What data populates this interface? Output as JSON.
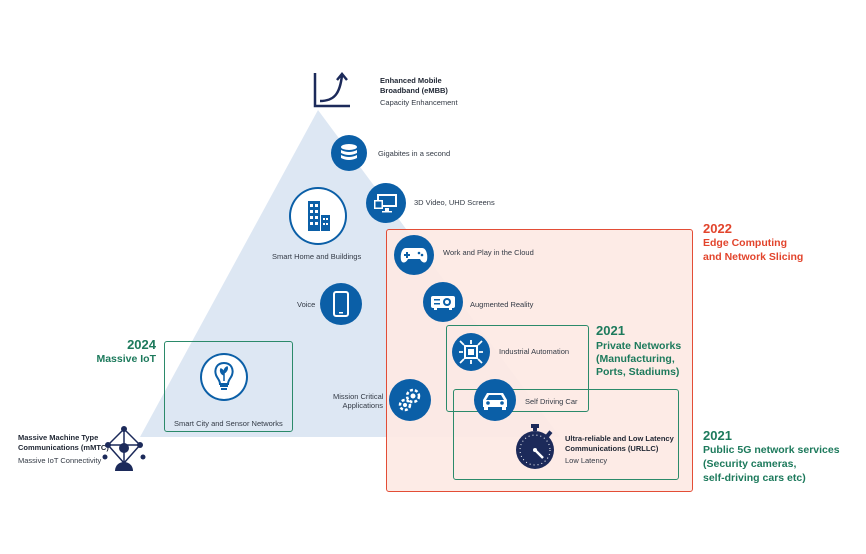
{
  "embb": {
    "title_line1": "Enhanced Mobile",
    "title_line2": "Broadband (eMBB)",
    "subtitle": "Capacity Enhancement"
  },
  "mmtc": {
    "title_line1": "Massive Machine Type",
    "title_line2": "Communications (mMTC)",
    "subtitle": "Massive IoT Connectivity"
  },
  "urllc": {
    "title_line1": "Ultra-reliable and Low Latency",
    "title_line2": "Communications (URLLC)",
    "subtitle": "Low Latency"
  },
  "items": {
    "gigabites": "Gigabites in a second",
    "video": "3D Video, UHD Screens",
    "smart_home": "Smart Home and Buildings",
    "work_play": "Work and Play in the Cloud",
    "voice": "Voice",
    "ar": "Augmented Reality",
    "industrial": "Industrial Automation",
    "mission_line1": "Mission Critical",
    "mission_line2": "Applications",
    "self_driving": "Self Driving Car",
    "smart_city": "Smart City and Sensor Networks"
  },
  "callouts": {
    "edge": {
      "year": "2022",
      "line1": "Edge Computing",
      "line2": "and Network Slicing"
    },
    "private": {
      "year": "2021",
      "line1": "Private Networks",
      "line2": "(Manufacturing,",
      "line3": "Ports, Stadiums)"
    },
    "iot": {
      "year": "2024",
      "line1": "Massive IoT"
    },
    "public": {
      "year": "2021",
      "line1": "Public 5G network services",
      "line2": "(Security cameras,",
      "line3": "self-driving cars etc)"
    }
  },
  "colors": {
    "icon_blue": "#0b5fa7",
    "triangle": "#dde7f3",
    "edge_box_fill": "#fdeae5",
    "edge_box_border": "#e2442c",
    "green": "#1d7a5c",
    "navy": "#1c2a5a"
  }
}
